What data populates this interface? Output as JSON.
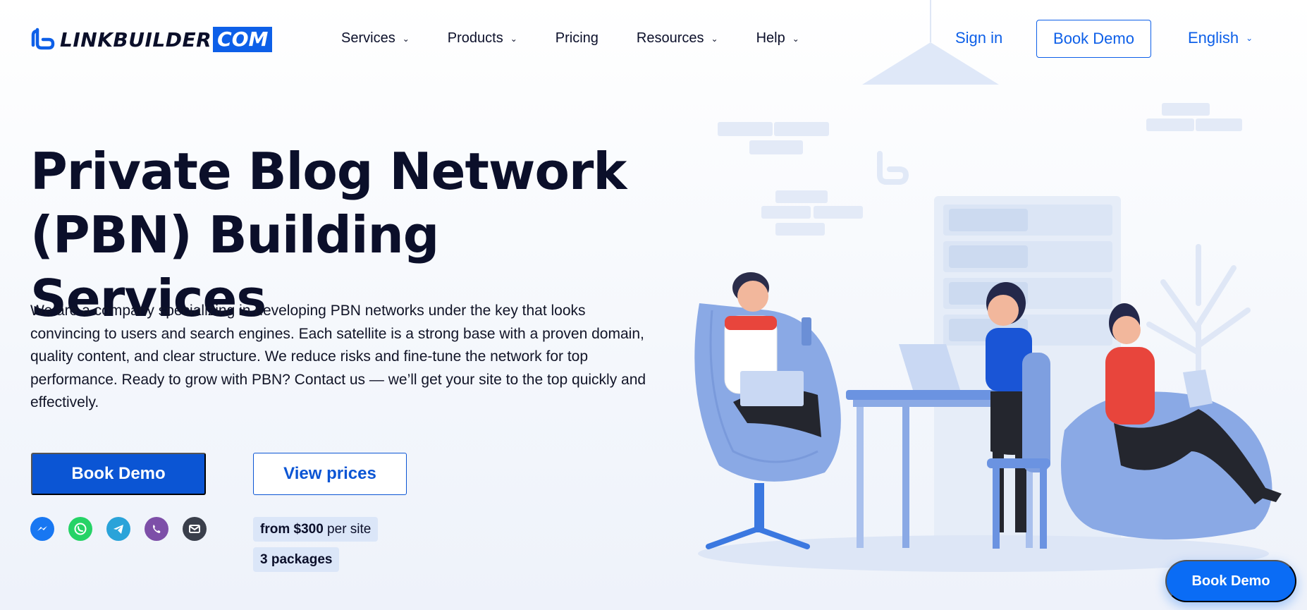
{
  "brand": {
    "name": "LINKBUILDER",
    "suffix": "COM",
    "color": "#0d5fe8"
  },
  "nav": {
    "items": [
      {
        "label": "Services",
        "has_dropdown": true
      },
      {
        "label": "Products",
        "has_dropdown": true
      },
      {
        "label": "Pricing",
        "has_dropdown": false
      },
      {
        "label": "Resources",
        "has_dropdown": true
      },
      {
        "label": "Help",
        "has_dropdown": true
      }
    ],
    "sign_in": "Sign in",
    "book_demo": "Book Demo",
    "language": "English"
  },
  "hero": {
    "title_line1": "Private Blog Network",
    "title_line2": "(PBN) Building Services",
    "description": "We are a company specializing in developing PBN networks under the key that looks convincing to users and search engines. Each satellite is a strong base with a proven domain, quality content, and clear structure. We reduce risks and fine-tune the network for top performance. Ready to grow with PBN? Contact us — we’ll get your site to the top quickly and effectively.",
    "primary_button": "Book Demo",
    "secondary_button": "View prices",
    "price_bold": "from $300",
    "price_suffix": " per site",
    "packages": "3 packages"
  },
  "contacts": [
    {
      "icon": "messenger-icon",
      "color": "#1877f2"
    },
    {
      "icon": "whatsapp-icon",
      "color": "#25d366"
    },
    {
      "icon": "telegram-icon",
      "color": "#2aa3d9"
    },
    {
      "icon": "viber-icon",
      "color": "#7d4fa8"
    },
    {
      "icon": "email-icon",
      "color": "#3a3f4b"
    }
  ],
  "floating_cta": "Book Demo",
  "colors": {
    "accent": "#0b55d4",
    "text": "#0b0f2a",
    "badge_bg": "#dbe6f8"
  }
}
